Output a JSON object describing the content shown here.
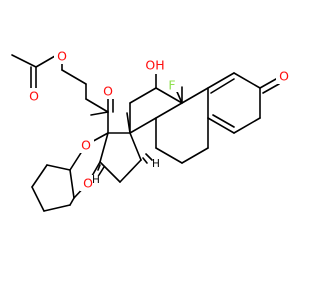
{
  "molecule": {
    "atoms": {
      "o_ketone": "O",
      "o_hydroxyl": "OH",
      "fluorine": "F",
      "o_acetyl_carbonyl": "O",
      "o_ester": "O",
      "o_side_carbonyl": "O",
      "o_ketal_a": "O",
      "o_ketal_b": "O",
      "h_14": "H",
      "h_16": "H"
    },
    "colors": {
      "oxygen": "#ff0d0d",
      "fluorine": "#90e050",
      "bond": "#000000",
      "hydrogen": "#000000"
    }
  }
}
